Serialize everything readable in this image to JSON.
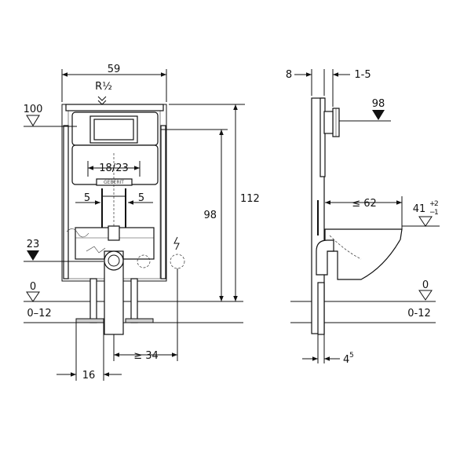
{
  "front_view": {
    "width": "59",
    "connection": "R½",
    "top_level": "100",
    "flush_spacing": "18/23",
    "dim_left_5": "5",
    "dim_right_5": "5",
    "drain_level": "23",
    "floor_level": "0",
    "floor_range": "0–12",
    "height_112": "112",
    "height_98": "98",
    "dim_34": "≥ 34",
    "dim_16": "16",
    "brand": "GEBERIT"
  },
  "side_view": {
    "dim_8": "8",
    "dim_1_5": "1-5",
    "level_98": "98",
    "dim_62": "≤ 62",
    "level_41": "41",
    "tol_plus": "+",
    "tol_minus": "−",
    "tol_2": "2",
    "tol_1": "1",
    "floor_level": "0",
    "floor_range": "0-12",
    "dim_4": "4",
    "dim_4_sup": "5"
  }
}
